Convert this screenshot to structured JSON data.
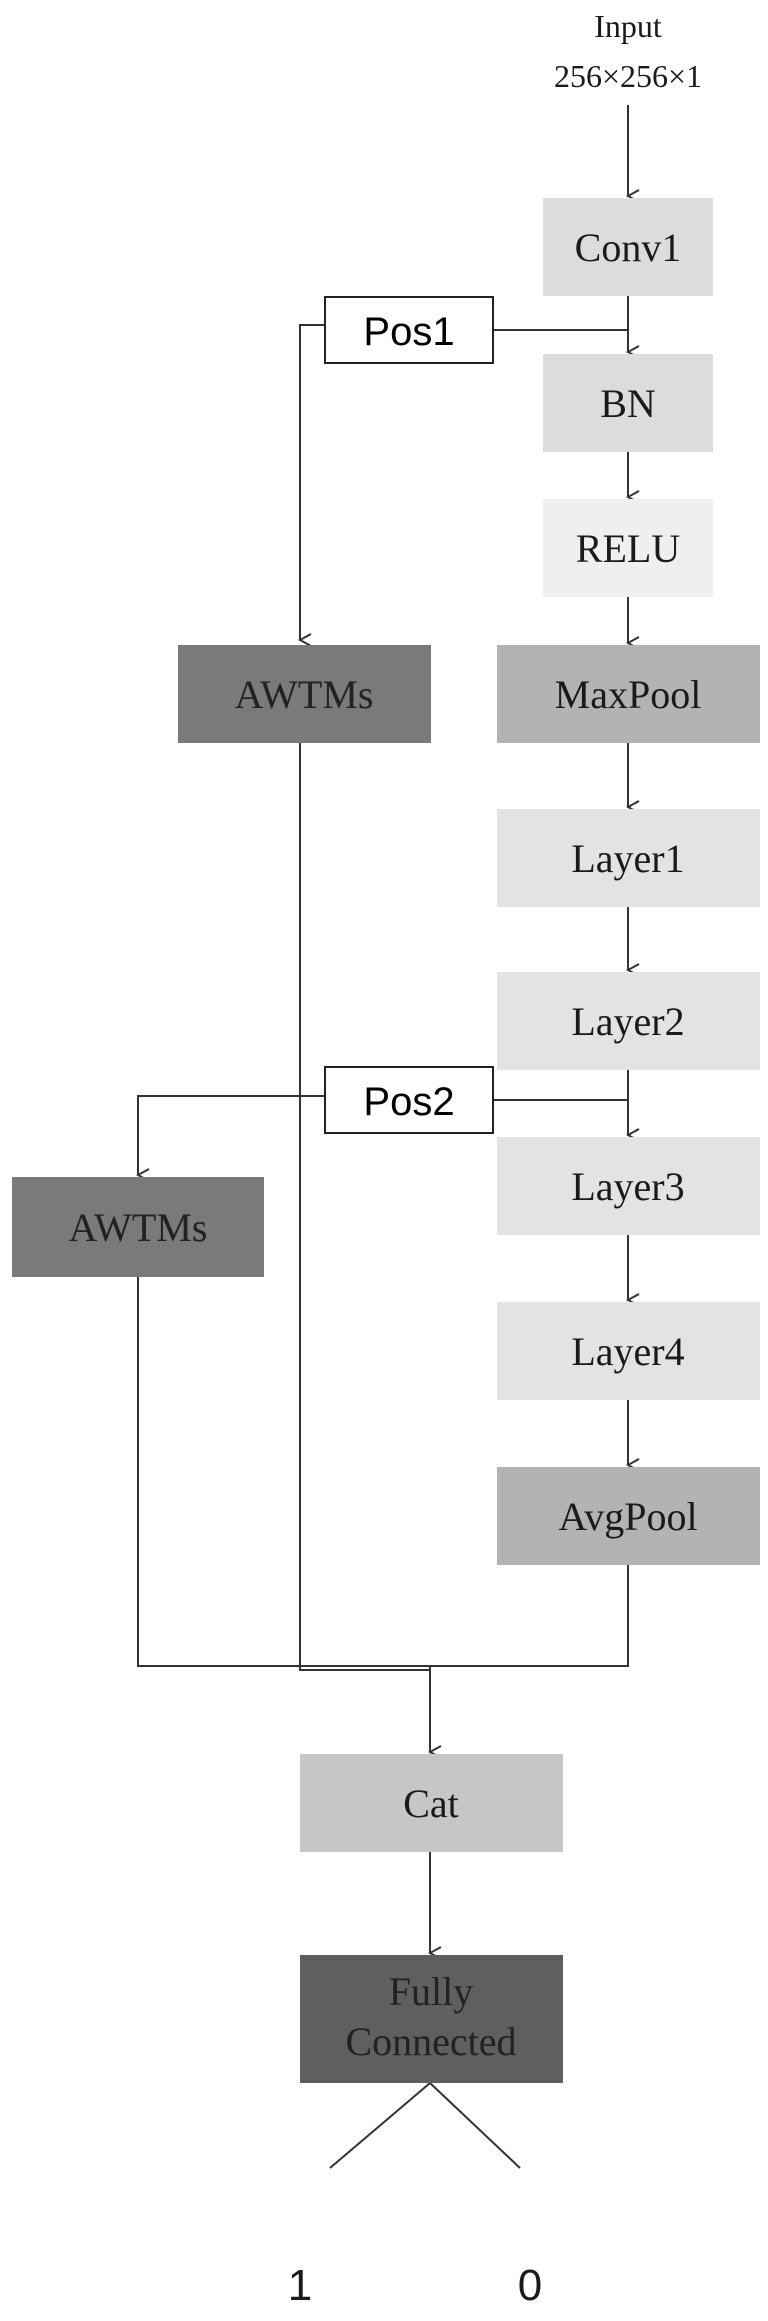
{
  "input": {
    "line1": "Input",
    "line2": "256×256×1"
  },
  "nodes": {
    "conv1": "Conv1",
    "bn": "BN",
    "relu": "RELU",
    "maxpool": "MaxPool",
    "layer1": "Layer1",
    "layer2": "Layer2",
    "layer3": "Layer3",
    "layer4": "Layer4",
    "avgpool": "AvgPool",
    "awtms1": "AWTMs",
    "awtms2": "AWTMs",
    "cat": "Cat",
    "fc_line1": "Fully",
    "fc_line2": "Connected"
  },
  "positions": {
    "pos1": "Pos1",
    "pos2": "Pos2"
  },
  "outputs": {
    "left": "1",
    "right": "0"
  },
  "colors": {
    "conv1": "#dcdcdc",
    "bn": "#dcdcdc",
    "relu": "#efefef",
    "maxpool": "#b3b3b3",
    "layer": "#e3e3e3",
    "avgpool": "#b3b3b3",
    "awtms": "#7a7a7a",
    "cat": "#c6c6c6",
    "fc": "#5f5f5f",
    "pos": "#ffffff"
  }
}
